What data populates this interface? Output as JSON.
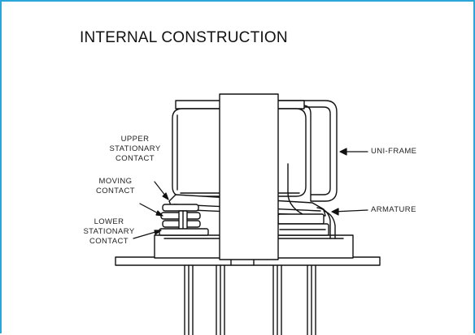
{
  "title": "INTERNAL CONSTRUCTION",
  "labels": {
    "upper_stationary_contact": [
      "UPPER",
      "STATIONARY",
      "CONTACT"
    ],
    "moving_contact": [
      "MOVING",
      "CONTACT"
    ],
    "lower_stationary_contact": [
      "LOWER",
      "STATIONARY",
      "CONTACT"
    ],
    "uni_frame": "UNI-FRAME",
    "armature": "ARMATURE"
  },
  "colors": {
    "border": "#2aa7d8",
    "line": "#111111",
    "text": "#222222"
  }
}
